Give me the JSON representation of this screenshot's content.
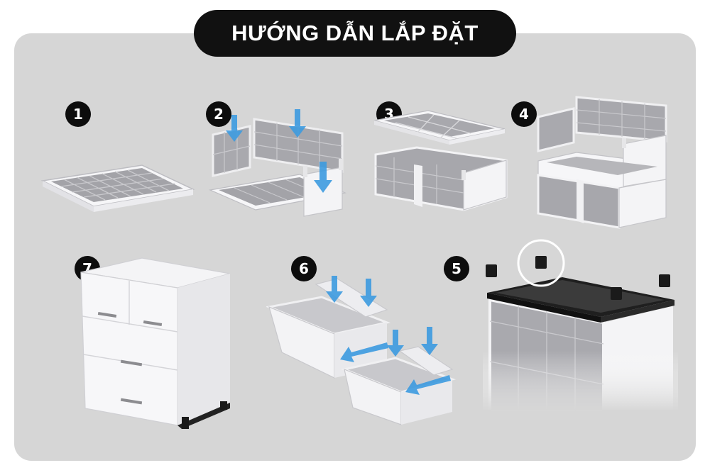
{
  "header": {
    "title": "HƯỚNG DẪN LẮP ĐẶT"
  },
  "steps": [
    {
      "number": "1"
    },
    {
      "number": "2"
    },
    {
      "number": "3"
    },
    {
      "number": "4"
    },
    {
      "number": "5"
    },
    {
      "number": "6"
    },
    {
      "number": "7"
    }
  ],
  "colors": {
    "panel_bg": "#d6d6d6",
    "title_bg": "#111111",
    "badge_bg": "#0d0d0d",
    "arrow_blue": "#3d9be0",
    "frame_white": "#f4f4f6",
    "shelf_gray": "#a9a9ad",
    "top_black": "#1e1e1e"
  }
}
